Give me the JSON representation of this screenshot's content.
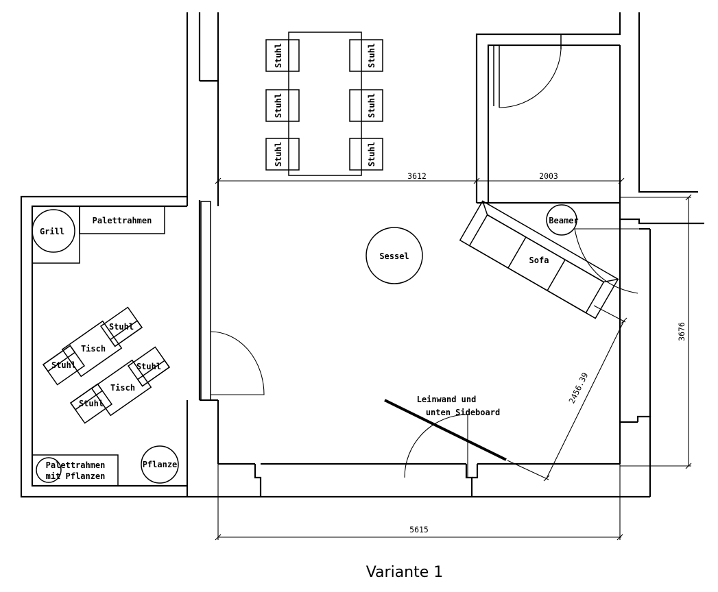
{
  "caption": "Variante 1",
  "dimensions": {
    "top_left": "3612",
    "top_right": "2003",
    "right_vertical": "3676",
    "diagonal": "2456.39",
    "bottom": "5615"
  },
  "furniture": {
    "chair": "Stuhl",
    "table": "Tisch",
    "grill": "Grill",
    "pallet_frame": "Palettrahmen",
    "pallet_planter_line1": "Palettrahmen",
    "pallet_planter_line2": "mit Pflanzen",
    "plant": "Pflanze",
    "armchair": "Sessel",
    "sofa": "Sofa",
    "projector": "Beamer",
    "screen_line1": "Leinwand und",
    "screen_line2": "unten Sideboard"
  }
}
